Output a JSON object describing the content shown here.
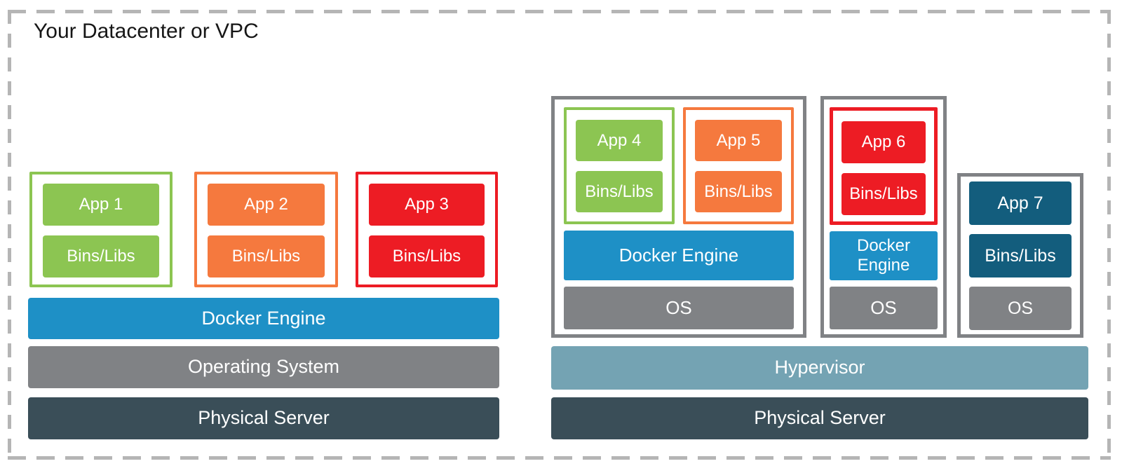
{
  "title": "Your Datacenter or VPC",
  "colors": {
    "container_green": "#8CC552",
    "container_orange": "#F5793E",
    "container_red": "#ED1C24",
    "docker_blue": "#1E90C6",
    "os_gray": "#808285",
    "server_slate": "#3A4E58",
    "hypervisor_blue": "#74A3B3",
    "app7_teal": "#135D7D",
    "vm_border_gray": "#808285",
    "boundary_dash_gray": "#B5B5B5"
  },
  "left_stack": {
    "containers": [
      {
        "app_label": "App 1",
        "libs_label": "Bins/Libs"
      },
      {
        "app_label": "App 2",
        "libs_label": "Bins/Libs"
      },
      {
        "app_label": "App 3",
        "libs_label": "Bins/Libs"
      }
    ],
    "docker_engine_label": "Docker Engine",
    "os_label": "Operating System",
    "server_label": "Physical Server"
  },
  "right_stack": {
    "vm1": {
      "containers": [
        {
          "app_label": "App 4",
          "libs_label": "Bins/Libs"
        },
        {
          "app_label": "App 5",
          "libs_label": "Bins/Libs"
        }
      ],
      "docker_engine_label": "Docker Engine",
      "os_label": "OS"
    },
    "vm2": {
      "containers": [
        {
          "app_label": "App 6",
          "libs_label": "Bins/Libs"
        }
      ],
      "docker_engine_label": "Docker Engine",
      "os_label": "OS"
    },
    "vm3": {
      "app_label": "App 7",
      "libs_label": "Bins/Libs",
      "os_label": "OS"
    },
    "hypervisor_label": "Hypervisor",
    "server_label": "Physical Server"
  }
}
